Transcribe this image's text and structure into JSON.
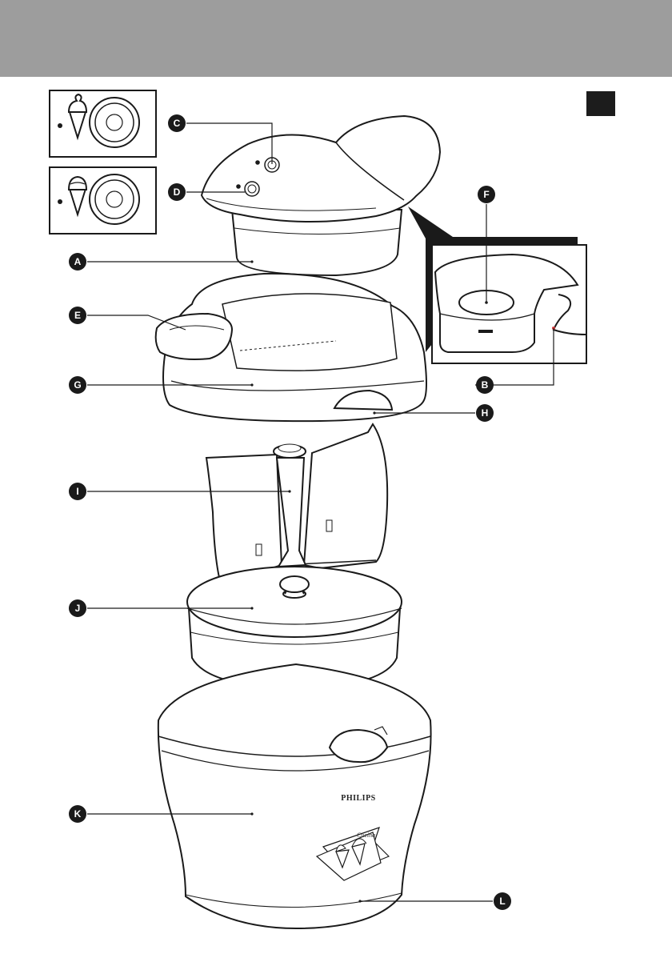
{
  "header": {
    "background": "#9d9d9d"
  },
  "corner_tab": {
    "color": "#1c1c1c"
  },
  "callouts": {
    "a": "A",
    "b": "B",
    "c": "C",
    "d": "D",
    "e": "E",
    "f": "F",
    "g": "G",
    "h": "H",
    "i": "I",
    "j": "J",
    "k": "K",
    "l": "L"
  },
  "product": {
    "brand": "PHILIPS",
    "sub_brand": "Cucina"
  },
  "icons": {
    "setting_1": "soft-ice-cream-cone-icon",
    "setting_2": "scoop-ice-cream-cone-icon"
  }
}
